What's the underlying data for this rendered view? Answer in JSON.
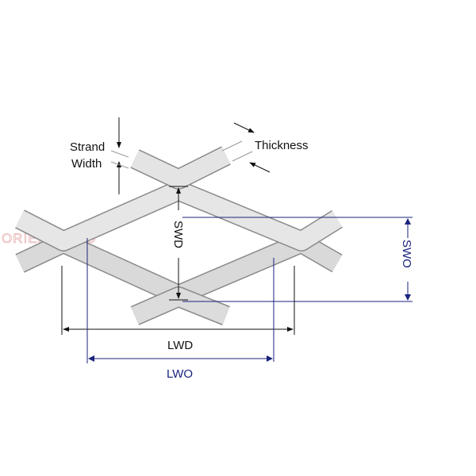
{
  "diagram": {
    "title_watermark": "ORIENTLAND",
    "labels": {
      "strand_line1": "Strand",
      "strand_line2": "Width",
      "thickness": "Thickness",
      "swd": "SWD",
      "swo": "SWO",
      "lwd": "LWD",
      "lwo": "LWO"
    },
    "colors": {
      "dimension_black": "#111111",
      "dimension_blue": "#1a237e",
      "metal_light": "#e4e4e4",
      "metal_dark": "#9a9a9a"
    }
  }
}
